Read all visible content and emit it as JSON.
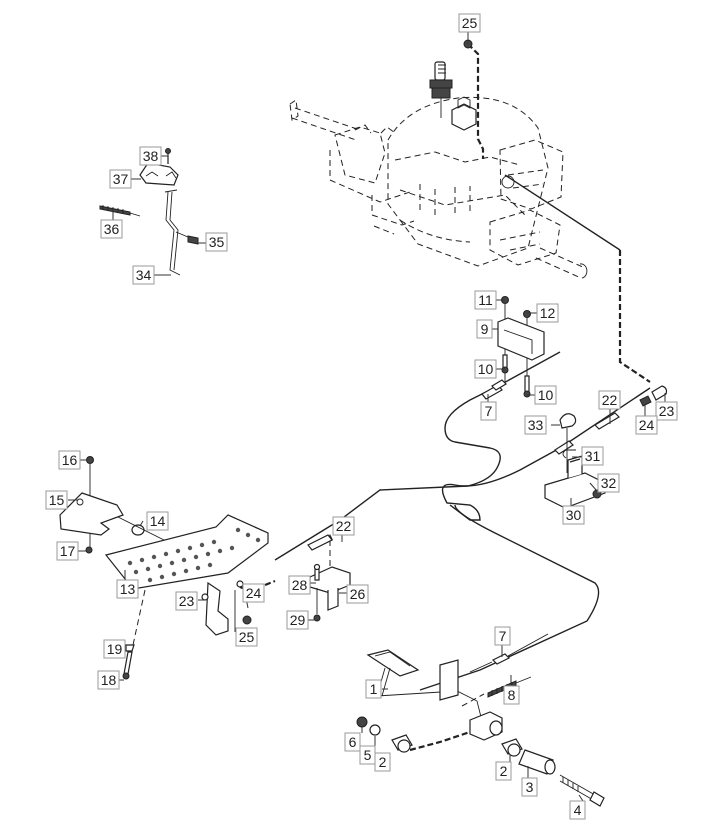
{
  "diagram": {
    "title": "Transmission control cable and brake pedal assembly (exploded view)",
    "line_color": "#222222",
    "callout_border_color": "#9a9a9a"
  },
  "callouts": [
    {
      "id": "c25a",
      "label": "25"
    },
    {
      "id": "c38",
      "label": "38"
    },
    {
      "id": "c37",
      "label": "37"
    },
    {
      "id": "c36",
      "label": "36"
    },
    {
      "id": "c35",
      "label": "35"
    },
    {
      "id": "c34",
      "label": "34"
    },
    {
      "id": "c11",
      "label": "11"
    },
    {
      "id": "c12",
      "label": "12"
    },
    {
      "id": "c9",
      "label": "9"
    },
    {
      "id": "c10a",
      "label": "10"
    },
    {
      "id": "c10b",
      "label": "10"
    },
    {
      "id": "c7a",
      "label": "7"
    },
    {
      "id": "c22a",
      "label": "22"
    },
    {
      "id": "c23a",
      "label": "23"
    },
    {
      "id": "c24a",
      "label": "24"
    },
    {
      "id": "c33",
      "label": "33"
    },
    {
      "id": "c31",
      "label": "31"
    },
    {
      "id": "c32",
      "label": "32"
    },
    {
      "id": "c30",
      "label": "30"
    },
    {
      "id": "c16",
      "label": "16"
    },
    {
      "id": "c15",
      "label": "15"
    },
    {
      "id": "c14",
      "label": "14"
    },
    {
      "id": "c17",
      "label": "17"
    },
    {
      "id": "c13",
      "label": "13"
    },
    {
      "id": "c23b",
      "label": "23"
    },
    {
      "id": "c24b",
      "label": "24"
    },
    {
      "id": "c25b",
      "label": "25"
    },
    {
      "id": "c19",
      "label": "19"
    },
    {
      "id": "c18",
      "label": "18"
    },
    {
      "id": "c22b",
      "label": "22"
    },
    {
      "id": "c28",
      "label": "28"
    },
    {
      "id": "c26",
      "label": "26"
    },
    {
      "id": "c29",
      "label": "29"
    },
    {
      "id": "c7b",
      "label": "7"
    },
    {
      "id": "c8",
      "label": "8"
    },
    {
      "id": "c1",
      "label": "1"
    },
    {
      "id": "c6",
      "label": "6"
    },
    {
      "id": "c5",
      "label": "5"
    },
    {
      "id": "c2a",
      "label": "2"
    },
    {
      "id": "c2b",
      "label": "2"
    },
    {
      "id": "c3",
      "label": "3"
    },
    {
      "id": "c4",
      "label": "4"
    }
  ]
}
